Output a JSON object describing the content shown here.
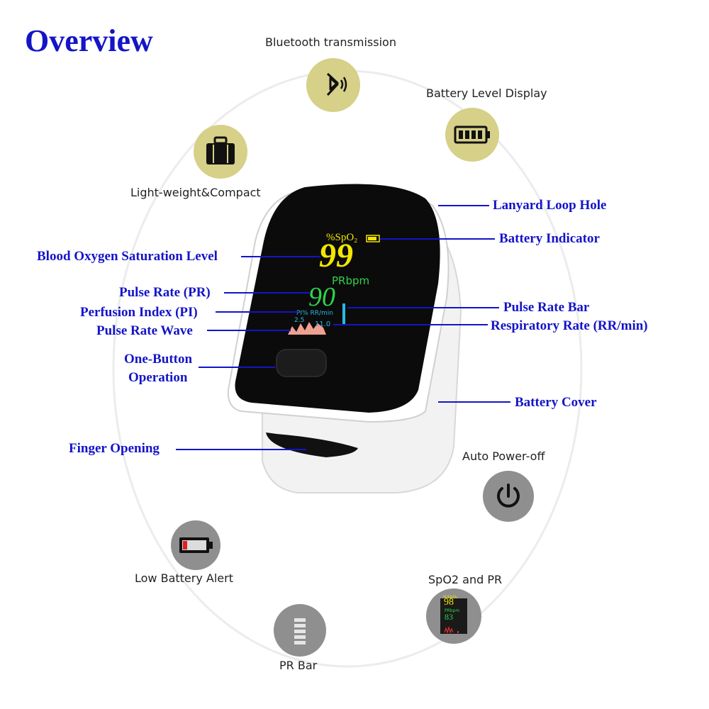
{
  "title": "Overview",
  "features": {
    "bluetooth": "Bluetooth transmission",
    "battery_display": "Battery Level Display",
    "lightweight": "Light-weight&Compact",
    "auto_power_off": "Auto Power-off",
    "spo2_pr": "SpO2 and PR",
    "low_battery": "Low Battery Alert",
    "pr_bar": "PR Bar"
  },
  "callouts": {
    "spo2_level": "Blood Oxygen Saturation Level",
    "pulse_rate": "Pulse Rate (PR)",
    "perfusion_index": "Perfusion Index (PI)",
    "pulse_wave": "Pulse Rate Wave",
    "one_button_1": "One-Button",
    "one_button_2": "Operation",
    "finger_opening": "Finger Opening",
    "lanyard": "Lanyard Loop Hole",
    "battery_indicator": "Battery Indicator",
    "pulse_bar": "Pulse Rate Bar",
    "resp_rate": "Respiratory Rate (RR/min)",
    "battery_cover": "Battery Cover"
  },
  "screen": {
    "spo2_label": "%SpO₂",
    "spo2_value": "99",
    "pr_label": "PRbpm",
    "pr_value": "90",
    "pi_rr_label": "PI% RR/min",
    "pi_value": "2.5",
    "rr_value": "11.0"
  },
  "mini_screen": {
    "spo2_label": "%SpO₂",
    "spo2_value": "98",
    "pr_label": "PRbpm",
    "pr_value": "83"
  },
  "colors": {
    "title": "#1414c8",
    "callout": "#1414c8",
    "spo2": "#f2e600",
    "pulse": "#2fd24a",
    "rr_bar": "#28b8e8",
    "wave": "#f0a090",
    "icon_yellow": "#d6d088",
    "icon_gray": "#8f8f8f"
  }
}
